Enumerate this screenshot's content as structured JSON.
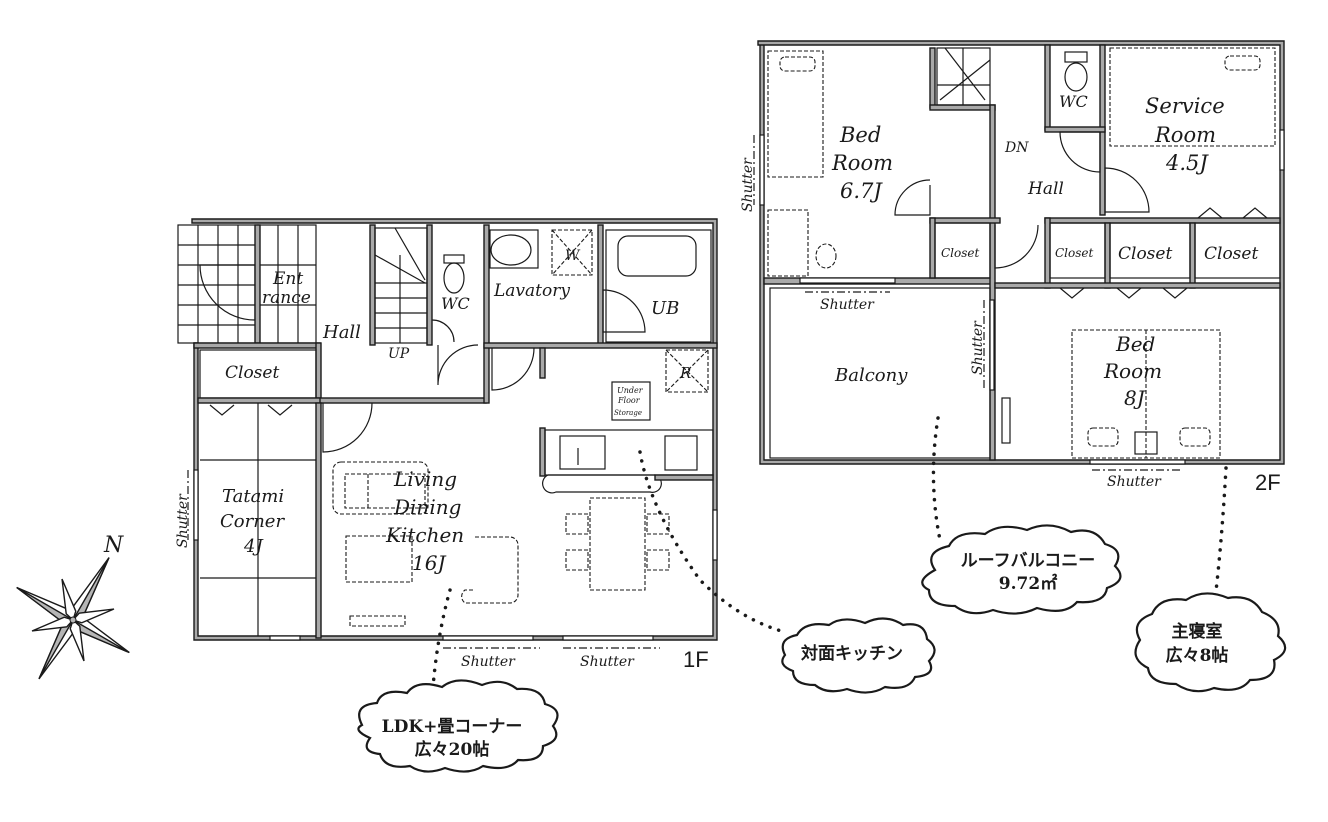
{
  "floors": {
    "first": {
      "tag": "1F",
      "rooms": {
        "entrance_line1": "Ent",
        "entrance_line2": "rance",
        "hall": "Hall",
        "stairs": "UP",
        "wc": "WC",
        "lavatory": "Lavatory",
        "washer": "W",
        "bath": "UB",
        "closet": "Closet",
        "tatami_line1": "Tatami",
        "tatami_line2": "Corner",
        "tatami_size": "4J",
        "ldk_line1": "Living",
        "ldk_line2": "Dining",
        "ldk_line3": "Kitchen",
        "ldk_size": "16J",
        "fridge": "R",
        "storage_line1": "Under",
        "storage_line2": "Floor",
        "storage_line3": "Storage"
      },
      "shutters": [
        "Shutter",
        "Shutter",
        "Shutter"
      ]
    },
    "second": {
      "tag": "2F",
      "rooms": {
        "bed1_line1": "Bed",
        "bed1_line2": "Room",
        "bed1_size": "6.7J",
        "stairs": "DN",
        "hall": "Hall",
        "wc": "WC",
        "service_line1": "Service",
        "service_line2": "Room",
        "service_size": "4.5J",
        "closets": [
          "Closet",
          "Closet",
          "Closet",
          "Closet"
        ],
        "balcony": "Balcony",
        "bed2_line1": "Bed",
        "bed2_line2": "Room",
        "bed2_size": "8J"
      },
      "shutters": [
        "Shutter",
        "Shutter",
        "Shutter",
        "Shutter"
      ]
    }
  },
  "callouts": [
    {
      "id": "ldk",
      "line1": "LDK+畳コーナー",
      "line2": "広々20帖"
    },
    {
      "id": "kitchen",
      "line1": "対面キッチン",
      "line2": ""
    },
    {
      "id": "balcony",
      "line1": "ルーフバルコニー",
      "line2": "9.72㎡"
    },
    {
      "id": "master",
      "line1": "主寝室",
      "line2": "広々8帖"
    }
  ],
  "compass": {
    "label": "N",
    "icon": "compass-rose-icon"
  }
}
